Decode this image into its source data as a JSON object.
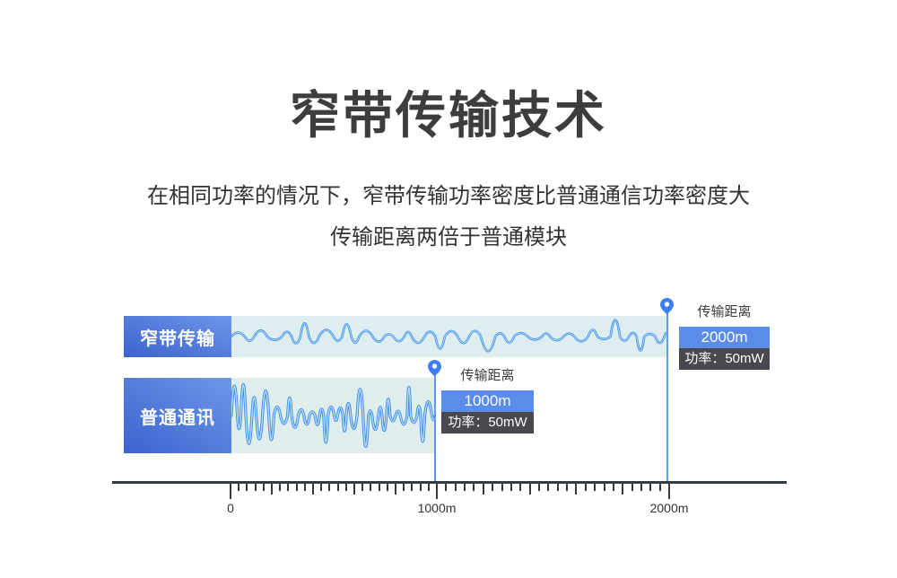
{
  "page": {
    "title": "窄带传输技术",
    "subtitle_line1": "在相同功率的情况下，窄带传输功率密度比普通通信功率密度大",
    "subtitle_line2": "传输距离两倍于普通模块"
  },
  "colors": {
    "title_text": "#3d3d3d",
    "subtitle_text": "#333333",
    "label_gradient_start": "#6d97e8",
    "label_gradient_end": "#3b63ce",
    "strip_narrowband_bg": "#deedf0",
    "strip_ordinary_bg": "#dfeeec",
    "wave_stroke": "#3e8ee8",
    "wave_core": "#b5dbf8",
    "pin": "#3d7ef2",
    "marker_line": "#5b97ee",
    "distance_box_bg": "#5b8cea",
    "power_box_bg": "#48484e",
    "annotation_text": "#3c3c3c",
    "ruler": "#343b41",
    "box_text": "#ffffff"
  },
  "diagram": {
    "rows": [
      {
        "label": "窄带传输",
        "distance_title": "传输距离",
        "distance_value": "2000m",
        "power_value": "功率：50mW",
        "distance_m": 2000
      },
      {
        "label": "普通通讯",
        "distance_title": "传输距离",
        "distance_value": "1000m",
        "power_value": "功率：50mW",
        "distance_m": 1000
      }
    ],
    "axis": {
      "unit": "m",
      "min": 0,
      "max": 2000,
      "tick_labels": [
        "0",
        "1000m",
        "2000m"
      ],
      "minor_ticks_per_label_interval": 25
    }
  }
}
